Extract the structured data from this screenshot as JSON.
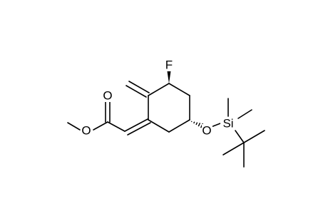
{
  "molecule": {
    "atoms": {
      "oxygen_carbonyl": "O",
      "oxygen_methoxy": "O",
      "fluorine": "F",
      "oxygen_silyl_ether": "O",
      "silicon": "Si"
    },
    "bond_color": "#000000",
    "background": "#ffffff"
  }
}
